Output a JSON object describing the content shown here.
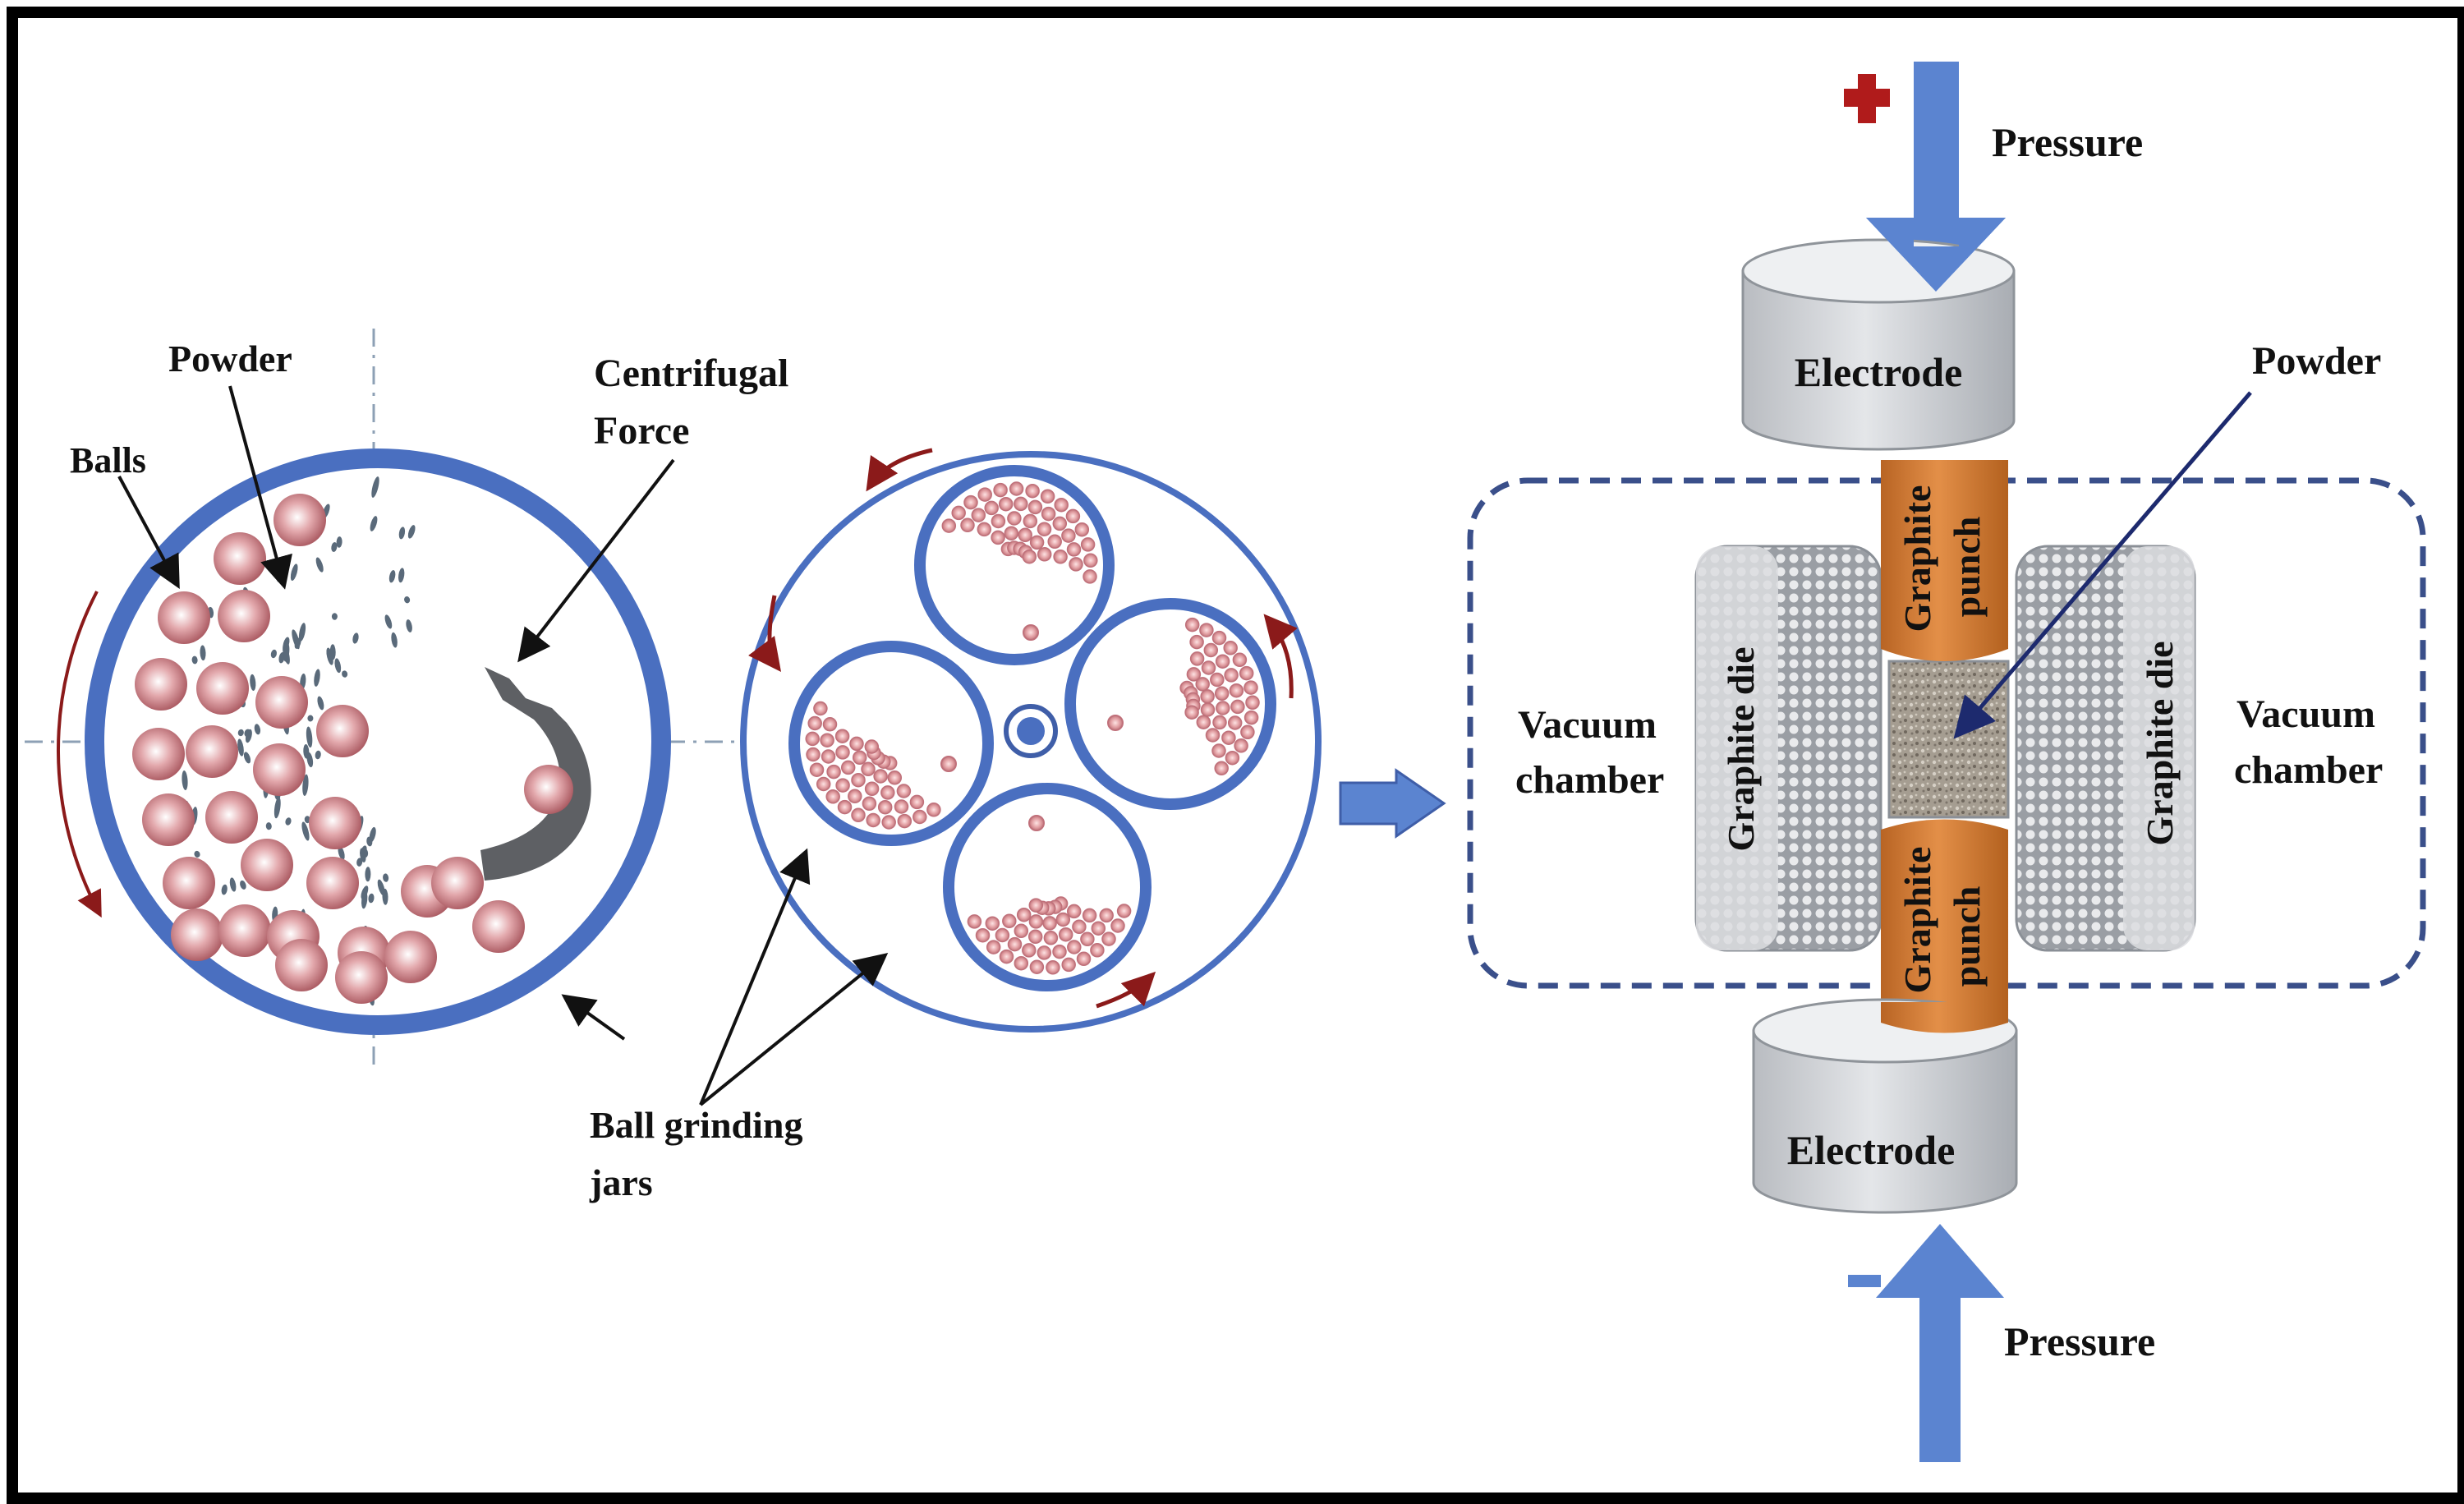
{
  "figure": {
    "ball_mill_jar": {
      "labels": {
        "balls": "Balls",
        "powder": "Powder",
        "centrifugal_force_line1": "Centrifugal",
        "centrifugal_force_line2": "Force"
      }
    },
    "planetary_mill": {
      "labels": {
        "jars_line1": "Ball grinding",
        "jars_line2": "jars"
      }
    },
    "sps_apparatus": {
      "labels": {
        "pressure_top": "Pressure",
        "pressure_bottom": "Pressure",
        "electrode_top": "Electrode",
        "electrode_bottom": "Electrode",
        "powder": "Powder",
        "vacuum_left_line1": "Vacuum",
        "vacuum_left_line2": "chamber",
        "vacuum_right_line1": "Vacuum",
        "vacuum_right_line2": "chamber",
        "graphite_die_left": "Graphite die",
        "graphite_die_right": "Graphite die",
        "punch_top_line1": "Graphite",
        "punch_top_line2": "punch",
        "punch_bottom_line1": "Graphite",
        "punch_bottom_line2": "punch",
        "plus_sign": "+",
        "minus_sign": "−"
      }
    },
    "colors": {
      "jar_blue": "#4a6fc0",
      "arrow_blue": "#5b84d0",
      "ball_red": "#c87a80",
      "rotation_red": "#8b1a1a",
      "punch_orange": "#d4813e",
      "electrode_gray": "#cfd2d6",
      "dash_navy": "#3a4f8a"
    }
  }
}
